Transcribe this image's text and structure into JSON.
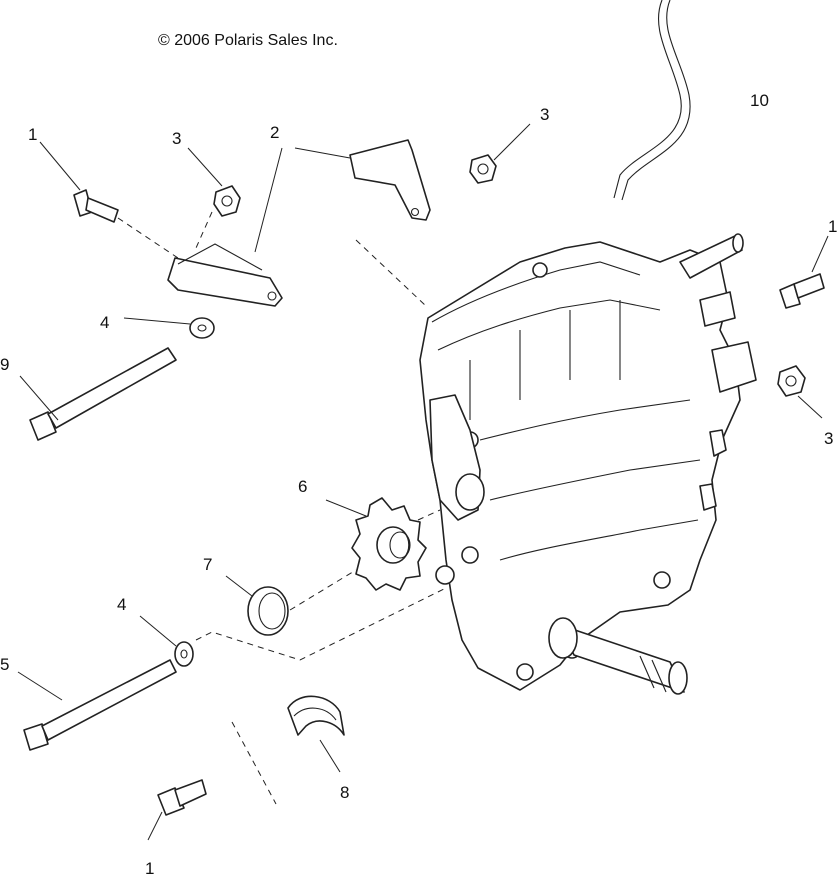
{
  "copyright": "© 2006 Polaris Sales Inc.",
  "callouts": {
    "c1_top": "1",
    "c3_top_left": "3",
    "c2": "2",
    "c3_top_mid": "3",
    "c10": "10",
    "c1_right": "1",
    "c4_left": "4",
    "c9": "9",
    "c3_right": "3",
    "c6": "6",
    "c7": "7",
    "c4_lower": "4",
    "c5": "5",
    "c8": "8",
    "c1_bottom": "1"
  },
  "colors": {
    "line": "#222222",
    "background": "#ffffff"
  }
}
